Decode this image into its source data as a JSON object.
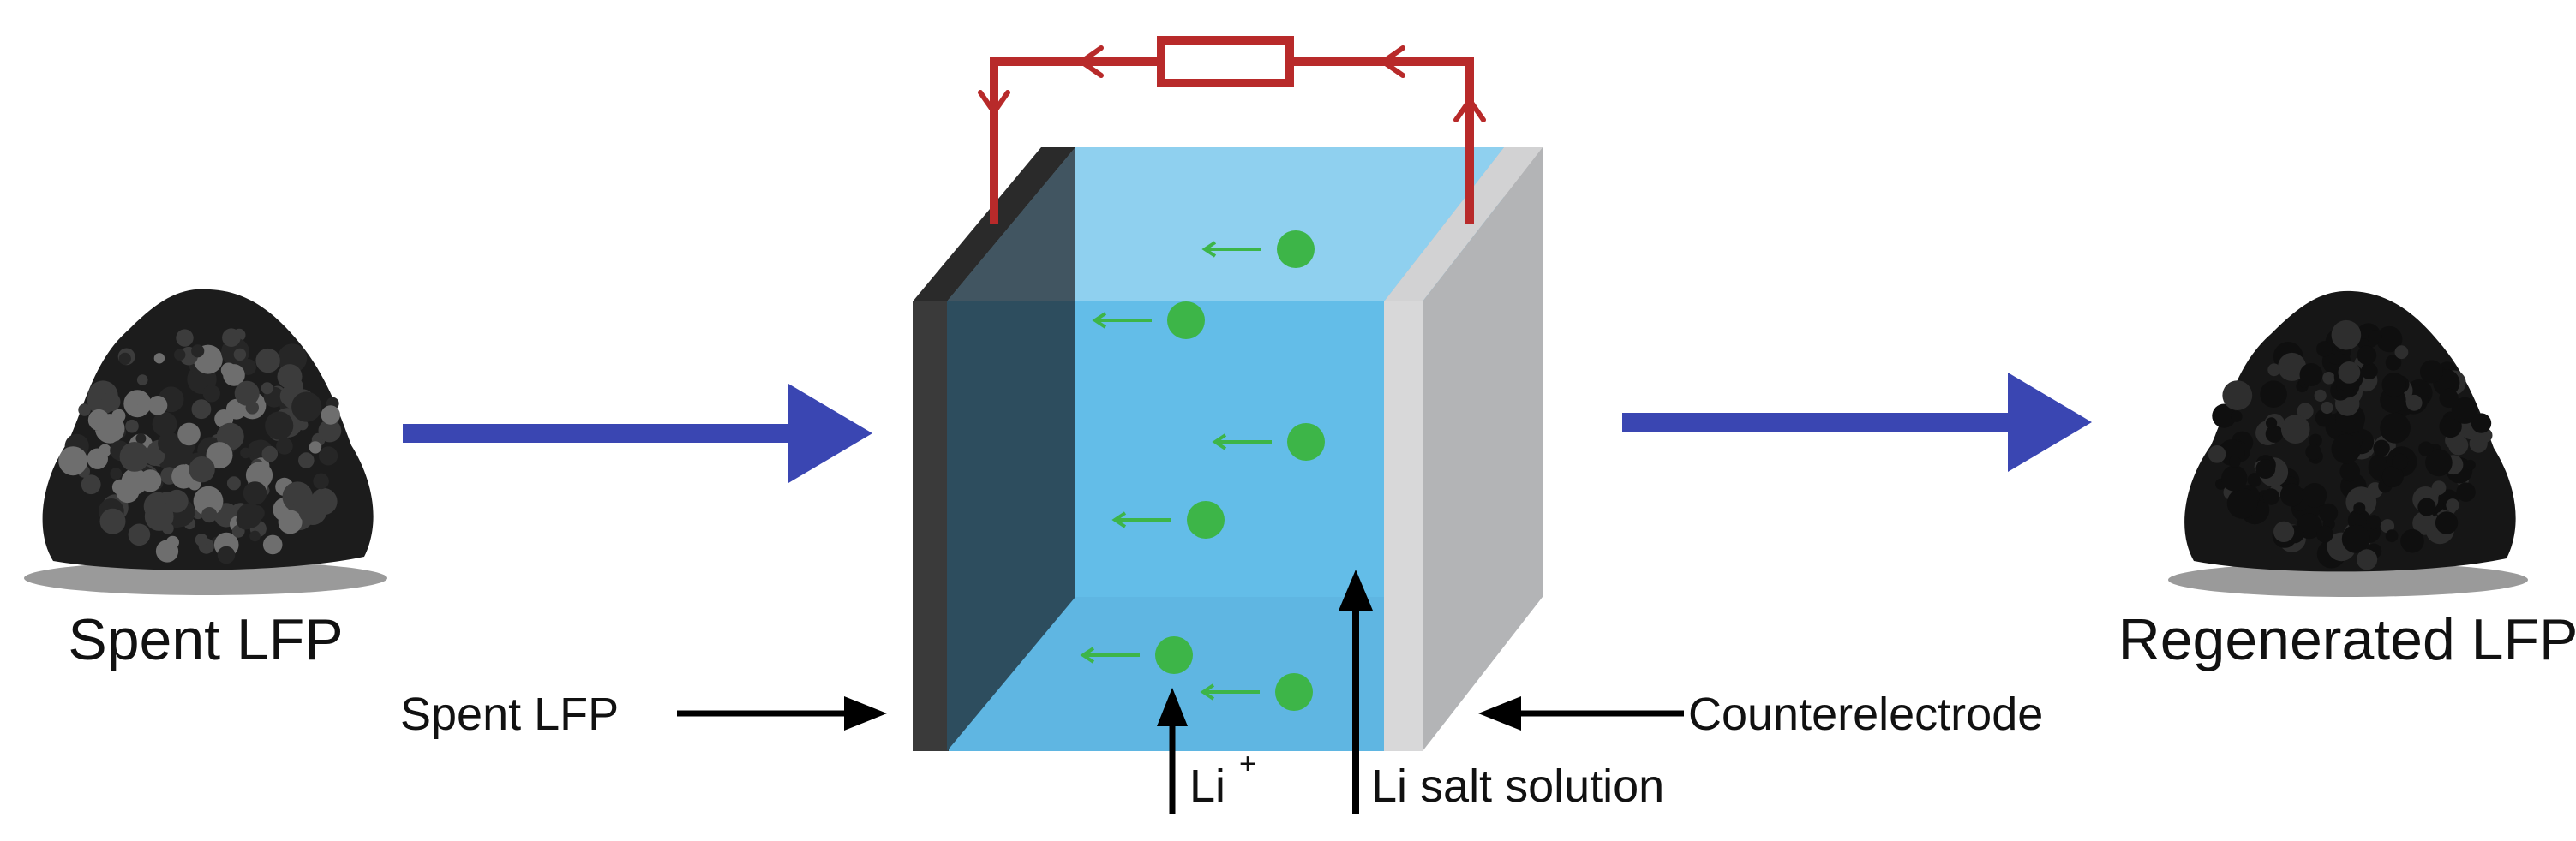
{
  "labels": {
    "spent_title": "Spent LFP",
    "regenerated_title": "Regenerated LFP",
    "spent_electrode": "Spent LFP",
    "counterelectrode": "Counterelectrode",
    "li_ion": "Li",
    "li_ion_charge": "+",
    "li_salt_solution": "Li salt solution"
  },
  "colors": {
    "process_arrow": "#3a46b2",
    "circuit_wire": "#b82a2a",
    "ion": "#3db548",
    "electrolyte": "#63bde8",
    "spent_electrode": "#3a3a3a",
    "counterelectrode": "#b3b4b6",
    "powder": "#1c1c1c"
  },
  "icons": {
    "resistor": "resistor-icon",
    "powder_pile": "powder-pile-icon",
    "ion": "lithium-ion-dot-icon"
  }
}
